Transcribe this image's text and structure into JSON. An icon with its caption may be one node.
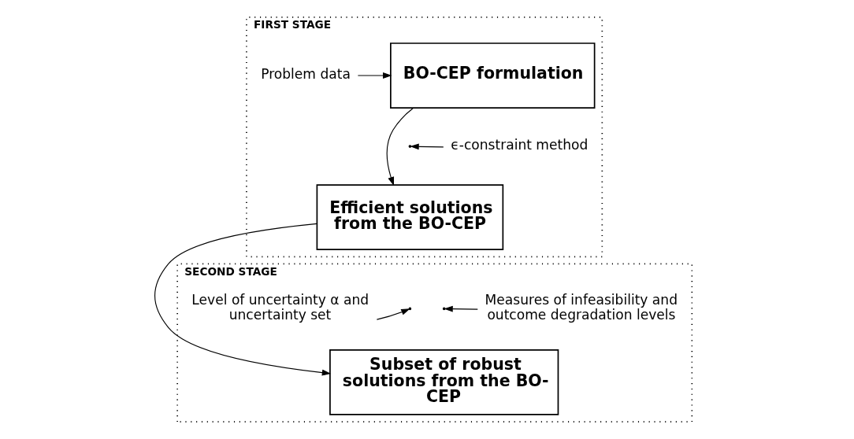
{
  "diagram": {
    "nodes": [
      {
        "text": [
          "FIRST STAGE"
        ]
      },
      {
        "text": [
          "BO-CEP formulation"
        ],
        "in": 0
      },
      {
        "text": [
          "Efficient solutions from the BO-CEP"
        ],
        "in": 0
      },
      {
        "text": [
          "Problem data"
        ],
        "in": 0
      },
      {
        "text": [
          "ϵ-constraint method"
        ],
        "in": 0
      },
      {
        "text": [
          "SECOND STAGE"
        ]
      },
      {
        "text": [
          "Subset of robust solutions from the BO-CEP"
        ],
        "in": 5
      },
      {
        "text": [
          "Level of uncertainty α and uncertainty set"
        ],
        "in": 5
      },
      {
        "text": [
          "Measures of infeasibility and outcome degradation levels"
        ],
        "in": 5
      }
    ],
    "edges": [
      {
        "from": 3,
        "to": 1,
        "arrow": "to"
      },
      {
        "from": 1,
        "to": 2,
        "arrow": "to"
      },
      {
        "from": 4,
        "to": null,
        "arrow": "to"
      },
      {
        "from": 2,
        "to": 6,
        "arrow": "to"
      },
      {
        "from": 7,
        "to": null,
        "arrow": "to"
      },
      {
        "from": 8,
        "to": null,
        "arrow": "to"
      }
    ]
  }
}
